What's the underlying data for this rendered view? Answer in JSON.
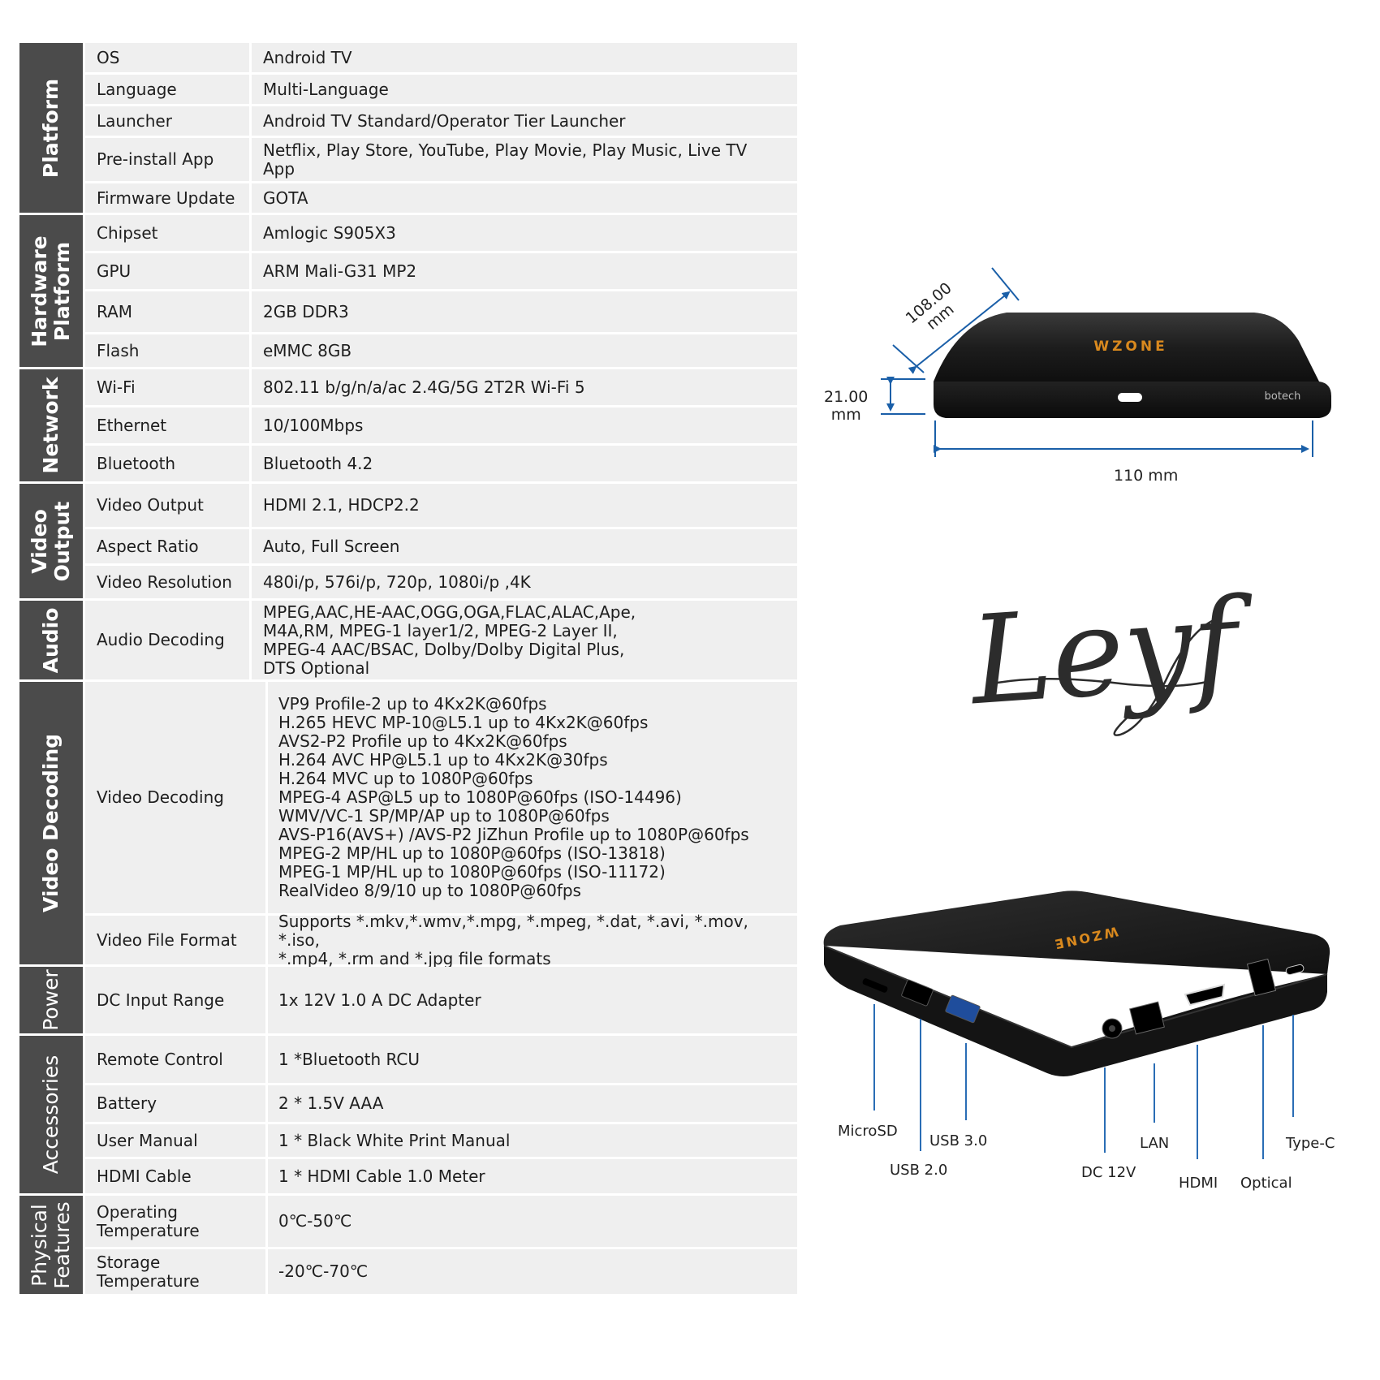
{
  "spec_groups": [
    {
      "label": "Platform",
      "style": "narrow",
      "weight": "bold",
      "rows": [
        {
          "key": "OS",
          "value": "Android TV"
        },
        {
          "key": "Language",
          "value": "Multi-Language"
        },
        {
          "key": "Launcher",
          "value": "Android TV Standard/Operator Tier Launcher"
        },
        {
          "key": "Pre-install App",
          "value": "Netflix, Play Store, YouTube, Play Movie, Play Music, Live TV\nApp"
        },
        {
          "key": "Firmware Update",
          "value": "GOTA"
        }
      ]
    },
    {
      "label": "Hardware\nPlatform",
      "style": "narrow",
      "weight": "bold",
      "rows": [
        {
          "key": "Chipset",
          "value": "Amlogic S905X3"
        },
        {
          "key": "GPU",
          "value": "ARM Mali-G31 MP2"
        },
        {
          "key": "RAM",
          "value": "2GB DDR3"
        },
        {
          "key": "Flash",
          "value": "eMMC 8GB"
        }
      ]
    },
    {
      "label": "Network",
      "style": "narrow",
      "weight": "bold",
      "rows": [
        {
          "key": "Wi-Fi",
          "value": "802.11 b/g/n/a/ac 2.4G/5G 2T2R Wi-Fi 5"
        },
        {
          "key": "Ethernet",
          "value": "10/100Mbps"
        },
        {
          "key": "Bluetooth",
          "value": "Bluetooth 4.2"
        }
      ]
    },
    {
      "label": "Video\nOutput",
      "style": "narrow",
      "weight": "bold",
      "rows": [
        {
          "key": "Video Output",
          "value": "HDMI 2.1, HDCP2.2"
        },
        {
          "key": "Aspect Ratio",
          "value": "Auto, Full Screen"
        },
        {
          "key": "Video Resolution",
          "value": "480i/p, 576i/p, 720p, 1080i/p ,4K"
        }
      ]
    },
    {
      "label": "Audio",
      "style": "narrow",
      "weight": "bold",
      "rows": [
        {
          "key": "Audio Decoding",
          "value": "MPEG,AAC,HE-AAC,OGG,OGA,FLAC,ALAC,Ape,\nM4A,RM, MPEG-1 layer1/2, MPEG-2 Layer II,\nMPEG-4 AAC/BSAC, Dolby/Dolby Digital Plus,\nDTS Optional"
        }
      ]
    },
    {
      "label": "Video Decoding",
      "style": "wide",
      "weight": "bold",
      "rows": [
        {
          "key": "Video Decoding",
          "value": "VP9 Profile-2 up to 4Kx2K@60fps\nH.265 HEVC MP-10@L5.1 up to 4Kx2K@60fps\nAVS2-P2 Profile up to 4Kx2K@60fps\nH.264 AVC HP@L5.1 up to 4Kx2K@30fps\nH.264 MVC up to 1080P@60fps\nMPEG-4 ASP@L5 up to 1080P@60fps (ISO-14496)\nWMV/VC-1 SP/MP/AP up to 1080P@60fps\nAVS-P16(AVS+) /AVS-P2 JiZhun Profile up to 1080P@60fps\nMPEG-2 MP/HL up to 1080P@60fps (ISO-13818)\nMPEG-1 MP/HL up to 1080P@60fps (ISO-11172)\nRealVideo 8/9/10 up to 1080P@60fps"
        },
        {
          "key": "Video File Format",
          "value": "Supports *.mkv,*.wmv,*.mpg, *.mpeg, *.dat, *.avi, *.mov, *.iso,\n*.mp4, *.rm and *.jpg file formats"
        }
      ]
    },
    {
      "label": "Power",
      "style": "wide",
      "weight": "light",
      "rows": [
        {
          "key": "DC Input Range",
          "value": "1x 12V 1.0 A DC Adapter"
        }
      ]
    },
    {
      "label": "Accessories",
      "style": "wide",
      "weight": "light",
      "rows": [
        {
          "key": "Remote Control",
          "value": "1 *Bluetooth RCU"
        },
        {
          "key": "Battery",
          "value": "2 * 1.5V AAA"
        },
        {
          "key": "User Manual",
          "value": "1 * Black White Print Manual"
        },
        {
          "key": "HDMI Cable",
          "value": "1 * HDMI Cable 1.0 Meter"
        }
      ]
    },
    {
      "label": "Physical\nFeatures",
      "style": "wide",
      "weight": "light",
      "rows": [
        {
          "key": "Operating\nTemperature",
          "value": "0℃-50℃"
        },
        {
          "key": "Storage\nTemperature",
          "value": "-20℃-70℃"
        }
      ]
    }
  ],
  "dimensions": {
    "depth": "108.00\nmm",
    "height": "21.00\nmm",
    "width": "110 mm"
  },
  "device_top": {
    "brand": "WZONE",
    "maker": "botech"
  },
  "logo": {
    "text": "Leyf",
    "icon": "leyf-script-logo"
  },
  "ports": [
    {
      "id": "microsd",
      "label": "MicroSD"
    },
    {
      "id": "usb30",
      "label": "USB 3.0"
    },
    {
      "id": "usb20",
      "label": "USB 2.0"
    },
    {
      "id": "lan",
      "label": "LAN"
    },
    {
      "id": "dc12v",
      "label": "DC 12V"
    },
    {
      "id": "hdmi",
      "label": "HDMI"
    },
    {
      "id": "optical",
      "label": "Optical"
    },
    {
      "id": "typec",
      "label": "Type-C"
    }
  ],
  "colors": {
    "group_label_bg": "#4b4b4b",
    "cell_bg": "#efefef",
    "dimension_line": "#1a5fa8",
    "port_line": "#2a6db5",
    "device_body": "#1c1c1c",
    "brand_accent": "#d9891e"
  }
}
